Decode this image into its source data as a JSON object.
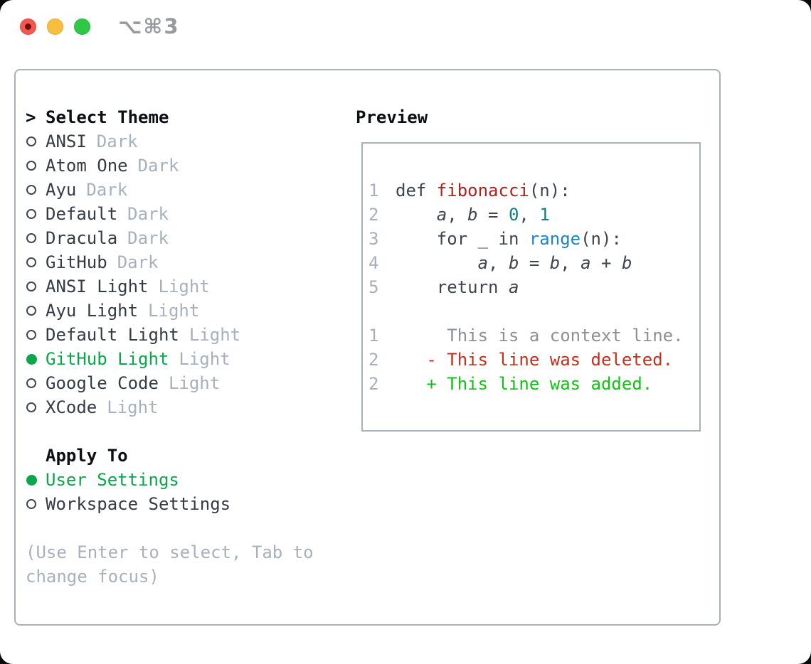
{
  "window": {
    "shortcut_label": "⌥⌘3"
  },
  "colors": {
    "accent_green": "#0aa64a",
    "added_green": "#0fc312",
    "deleted_red": "#c62e1b",
    "function_red": "#b0211c",
    "builtin_blue": "#1787c9",
    "number_teal": "#0d7f85",
    "muted_gray": "#a7b0bd",
    "text_dark": "#3e4450",
    "border_gray": "#a9b1bc"
  },
  "theme_panel": {
    "title_marker": ">",
    "title": "Select Theme",
    "themes": [
      {
        "name": "ANSI",
        "variant": "Dark",
        "selected": false
      },
      {
        "name": "Atom One",
        "variant": "Dark",
        "selected": false
      },
      {
        "name": "Ayu",
        "variant": "Dark",
        "selected": false
      },
      {
        "name": "Default",
        "variant": "Dark",
        "selected": false
      },
      {
        "name": "Dracula",
        "variant": "Dark",
        "selected": false
      },
      {
        "name": "GitHub",
        "variant": "Dark",
        "selected": false
      },
      {
        "name": "ANSI Light",
        "variant": "Light",
        "selected": false
      },
      {
        "name": "Ayu Light",
        "variant": "Light",
        "selected": false
      },
      {
        "name": "Default Light",
        "variant": "Light",
        "selected": false
      },
      {
        "name": "GitHub Light",
        "variant": "Light",
        "selected": true
      },
      {
        "name": "Google Code",
        "variant": "Light",
        "selected": false
      },
      {
        "name": "XCode",
        "variant": "Light",
        "selected": false
      }
    ],
    "apply_to": {
      "title": "Apply To",
      "options": [
        {
          "label": "User Settings",
          "selected": true
        },
        {
          "label": "Workspace Settings",
          "selected": false
        }
      ]
    },
    "help_lines": [
      "(Use Enter to select, Tab to",
      "change focus)"
    ]
  },
  "preview": {
    "title": "Preview",
    "lines": [
      {
        "num": "1",
        "tokens": [
          {
            "t": "def ",
            "c": "plain"
          },
          {
            "t": "fibonacci",
            "c": "func"
          },
          {
            "t": "(n):",
            "c": "plain"
          }
        ]
      },
      {
        "num": "2",
        "tokens": [
          {
            "t": "    ",
            "c": "plain"
          },
          {
            "t": "a",
            "c": "var"
          },
          {
            "t": ", ",
            "c": "plain"
          },
          {
            "t": "b",
            "c": "var"
          },
          {
            "t": " = ",
            "c": "plain"
          },
          {
            "t": "0",
            "c": "num"
          },
          {
            "t": ", ",
            "c": "plain"
          },
          {
            "t": "1",
            "c": "num"
          }
        ]
      },
      {
        "num": "3",
        "tokens": [
          {
            "t": "    for _ in ",
            "c": "plain"
          },
          {
            "t": "range",
            "c": "builtin"
          },
          {
            "t": "(n):",
            "c": "plain"
          }
        ]
      },
      {
        "num": "4",
        "tokens": [
          {
            "t": "        ",
            "c": "plain"
          },
          {
            "t": "a",
            "c": "var"
          },
          {
            "t": ", ",
            "c": "plain"
          },
          {
            "t": "b",
            "c": "var"
          },
          {
            "t": " = ",
            "c": "plain"
          },
          {
            "t": "b",
            "c": "var"
          },
          {
            "t": ", ",
            "c": "plain"
          },
          {
            "t": "a",
            "c": "var"
          },
          {
            "t": " + ",
            "c": "plain"
          },
          {
            "t": "b",
            "c": "var"
          }
        ]
      },
      {
        "num": "5",
        "tokens": [
          {
            "t": "    return ",
            "c": "plain"
          },
          {
            "t": "a",
            "c": "var"
          }
        ]
      },
      {
        "num": "",
        "tokens": []
      },
      {
        "num": "1",
        "tokens": [
          {
            "t": "     This is a context line.",
            "c": "context"
          }
        ]
      },
      {
        "num": "2",
        "tokens": [
          {
            "t": "   - This line was deleted.",
            "c": "deleted"
          }
        ]
      },
      {
        "num": "2",
        "tokens": [
          {
            "t": "   + This line was added.",
            "c": "added"
          }
        ]
      }
    ]
  }
}
